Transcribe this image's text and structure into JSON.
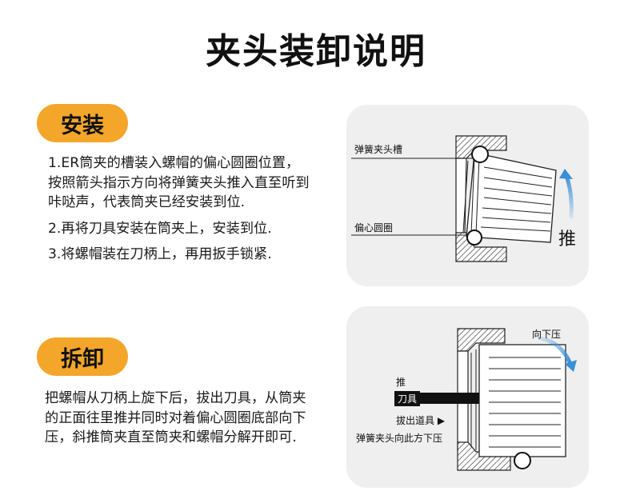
{
  "title": "夹头装卸说明",
  "install": {
    "badge": "安装",
    "steps": [
      "1.ER筒夹的槽装入螺帽的偏心圆圈位置，按照箭头指示方向将弹簧夹头推入直至听到咔哒声，代表筒夹已经安装到位.",
      "2.再将刀具安装在筒夹上，安装到位.",
      "3.将螺帽装在刀柄上，再用扳手锁紧."
    ],
    "diagram": {
      "label_groove": "弹簧夹头槽",
      "label_eccentric": "偏心圆圈",
      "label_push": "推",
      "arrow_color": "#3a8fd6"
    }
  },
  "remove": {
    "badge": "拆卸",
    "text": "把螺帽从刀柄上旋下后，拔出刀具，从筒夹的正面往里推并同时对着偏心圆圈底部向下压，斜推筒夹直至筒夹和螺帽分解开即可.",
    "diagram": {
      "label_press": "向下压",
      "label_push": "推",
      "label_tool": "刀具",
      "label_pull": "拔出道具 ▶",
      "label_collet": "弹簧夹头向此方下压",
      "arrow_color": "#3a8fd6"
    }
  },
  "colors": {
    "badge": "#f3a62a",
    "panel": "#efefef"
  }
}
